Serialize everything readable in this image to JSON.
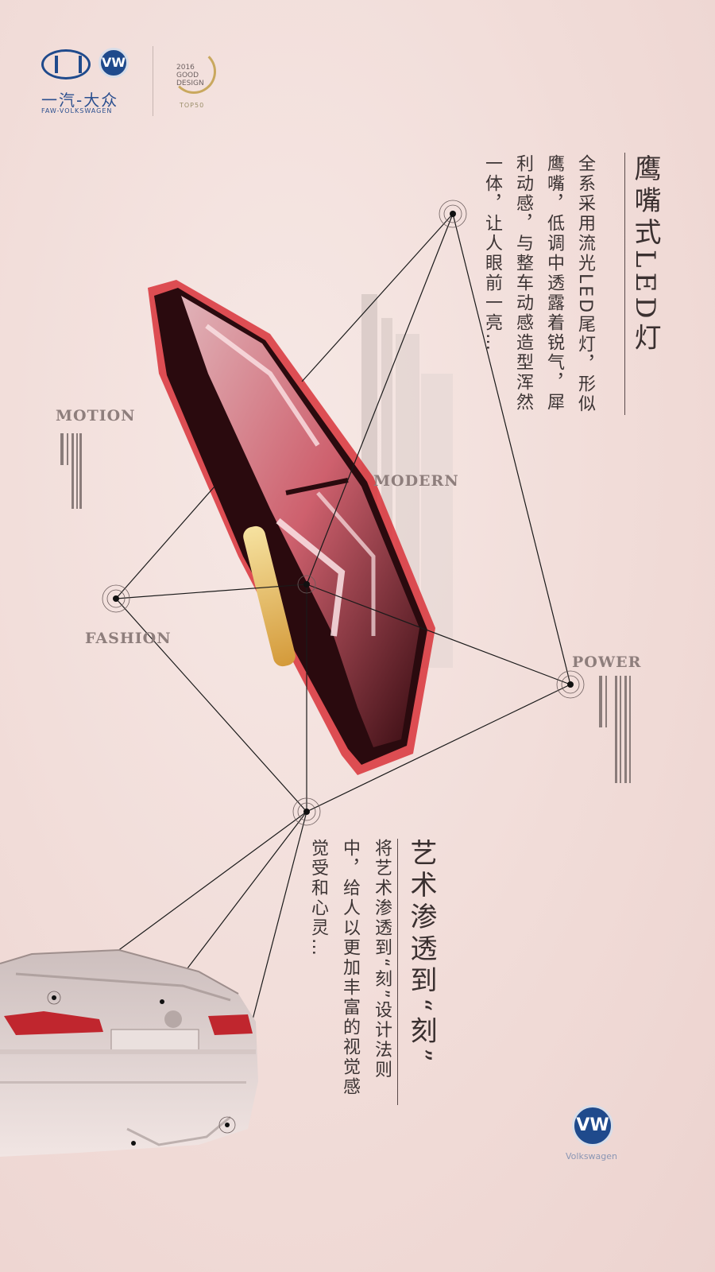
{
  "brand": {
    "faw_name": "一汽-大众",
    "faw_subtitle": "FAW-VOLKSWAGEN",
    "vw_mark": "VW",
    "award_text": "2016 GOOD DESIGN",
    "award_sub": "TOP50",
    "vw_caption": "Volkswagen"
  },
  "feature1": {
    "title": "鹰嘴式LED灯",
    "body": "全系采用流光LED尾灯，形似鹰嘴，低调中透露着锐气，犀利动感，与整车动感造型浑然一体，让人眼前一亮…"
  },
  "feature2": {
    "title": "艺术渗透到“刻”",
    "body": "将艺术渗透到“刻”设计法则中，给人以更加丰富的视觉感觉受和心灵…"
  },
  "labels": {
    "motion": "MOTION",
    "modern": "MODERN",
    "fashion": "FASHION",
    "power": "POWER"
  },
  "colors": {
    "background": "#f2dfdc",
    "accent_red": "#d8333a",
    "brand_blue": "#1f4a8c",
    "line": "#1a1a1a",
    "label": "#8e7e7c"
  }
}
